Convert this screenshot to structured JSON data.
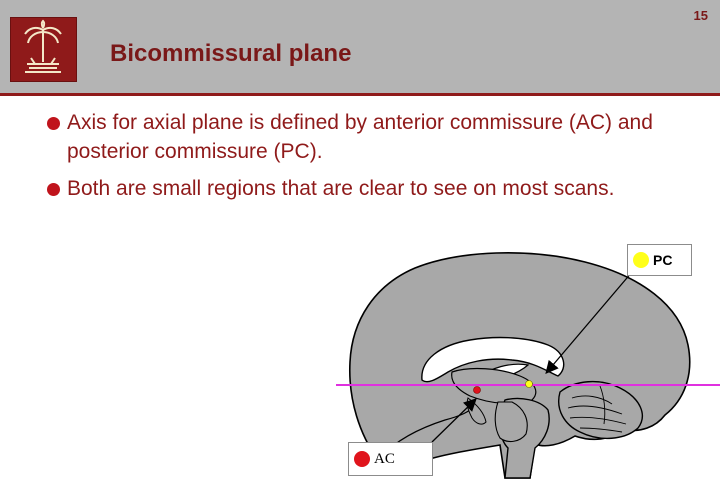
{
  "slide": {
    "page_number": "15",
    "title": "Bicommissural plane"
  },
  "bullets": [
    "Axis for axial plane is defined by anterior commissure (AC) and posterior commissure (PC).",
    "Both are small regions that are clear to see on most scans."
  ],
  "diagram": {
    "pc_label": "PC",
    "ac_label": "AC",
    "pc_color": "#ffff1a",
    "ac_color": "#e0141c",
    "plane_color": "#e030e0",
    "icon": "logo-palmetto-icon"
  }
}
